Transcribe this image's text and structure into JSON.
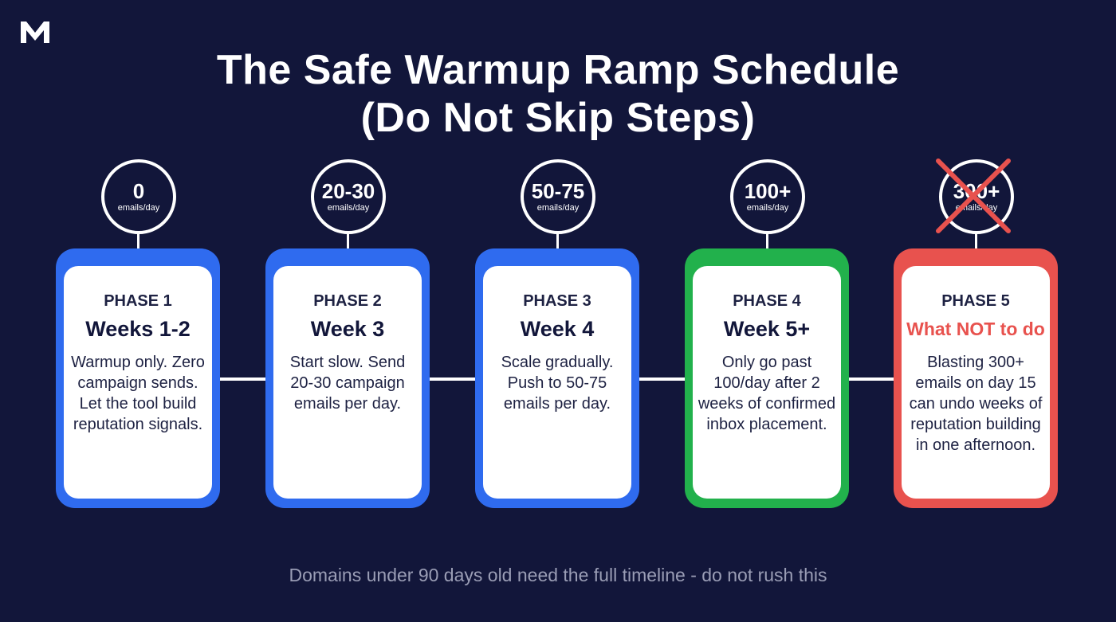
{
  "title_line1": "The Safe Warmup Ramp Schedule",
  "title_line2": "(Do Not Skip Steps)",
  "phases": [
    {
      "rate": "0",
      "unit": "emails/day",
      "label": "PHASE 1",
      "week": "Weeks 1-2",
      "description": "Warmup only. Zero campaign sends. Let the tool build reputation signals.",
      "color": "#2f6bef"
    },
    {
      "rate": "20-30",
      "unit": "emails/day",
      "label": "PHASE 2",
      "week": "Week 3",
      "description": "Start slow. Send 20-30 campaign emails per day.",
      "color": "#2f6bef"
    },
    {
      "rate": "50-75",
      "unit": "emails/day",
      "label": "PHASE 3",
      "week": "Week 4",
      "description": "Scale gradually. Push to 50-75 emails per day.",
      "color": "#2f6bef"
    },
    {
      "rate": "100+",
      "unit": "emails/day",
      "label": "PHASE 4",
      "week": "Week 5+",
      "description": "Only go past 100/day after 2 weeks of confirmed inbox placement.",
      "color": "#22b14c"
    },
    {
      "rate": "300+",
      "unit": "emails/day",
      "label": "PHASE 5",
      "week": "What NOT to do",
      "description": "Blasting 300+ emails on day 15 can undo weeks of reputation building in one afternoon.",
      "color": "#e8524e"
    }
  ],
  "footer": "Domains under 90 days old need the full timeline - do not rush this",
  "colors": {
    "background": "#12163a",
    "blue": "#2f6bef",
    "green": "#22b14c",
    "red": "#e8524e"
  }
}
